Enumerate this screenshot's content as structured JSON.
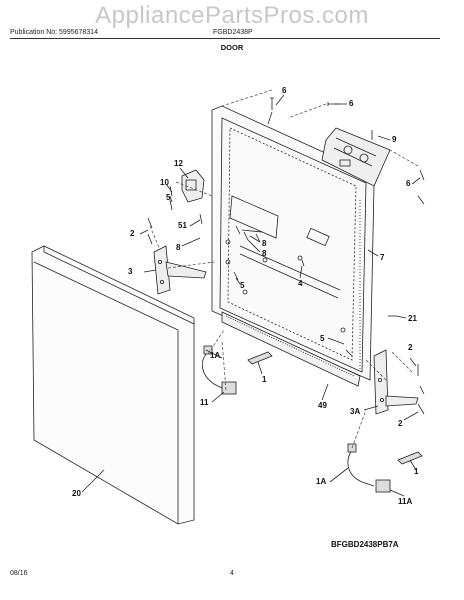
{
  "watermark": "AppliancePartsPros.com",
  "header": {
    "publication": "Publication No: 5995678314",
    "model": "FGBD2438P"
  },
  "title": "DOOR",
  "footer": {
    "date": "08/16",
    "page": "4"
  },
  "diagram_code": "BFGBD2438PB7A",
  "callouts": [
    {
      "id": "c6a",
      "text": "6"
    },
    {
      "id": "c6b",
      "text": "6"
    },
    {
      "id": "c9",
      "text": "9"
    },
    {
      "id": "c6c",
      "text": "6"
    },
    {
      "id": "c12",
      "text": "12"
    },
    {
      "id": "c10",
      "text": "10"
    },
    {
      "id": "c5a",
      "text": "5"
    },
    {
      "id": "c51",
      "text": "51"
    },
    {
      "id": "c8a",
      "text": "8"
    },
    {
      "id": "c8b",
      "text": "8"
    },
    {
      "id": "c8c",
      "text": "8"
    },
    {
      "id": "c2a",
      "text": "2"
    },
    {
      "id": "c7",
      "text": "7"
    },
    {
      "id": "c3",
      "text": "3"
    },
    {
      "id": "c4",
      "text": "4"
    },
    {
      "id": "c5b",
      "text": "5"
    },
    {
      "id": "c21",
      "text": "21"
    },
    {
      "id": "c5c",
      "text": "5"
    },
    {
      "id": "c1Aa",
      "text": "1A"
    },
    {
      "id": "c1a",
      "text": "1"
    },
    {
      "id": "c2b",
      "text": "2"
    },
    {
      "id": "c11a",
      "text": "11"
    },
    {
      "id": "c49",
      "text": "49"
    },
    {
      "id": "c3A",
      "text": "3A"
    },
    {
      "id": "c2c",
      "text": "2"
    },
    {
      "id": "c1Ab",
      "text": "1A"
    },
    {
      "id": "c1b",
      "text": "1"
    },
    {
      "id": "c11A",
      "text": "11A"
    },
    {
      "id": "c20",
      "text": "20"
    }
  ]
}
